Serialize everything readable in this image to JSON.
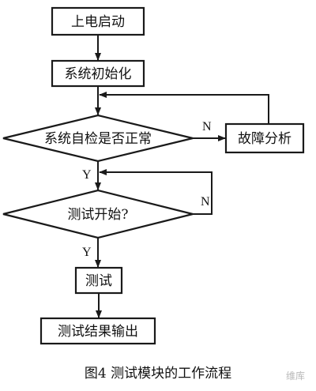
{
  "diagram": {
    "nodes": {
      "power_on": "上电启动",
      "init": "系统初始化",
      "self_check": "系统自检是否正常",
      "fault_analysis": "故障分析",
      "test_start": "测试开始?",
      "test": "测试",
      "output": "测试结果输出"
    },
    "edge_labels": {
      "check_no": "N",
      "check_yes": "Y",
      "start_no": "N",
      "start_yes": "Y"
    },
    "caption": "图4  测试模块的工作流程",
    "watermark": "维库"
  }
}
